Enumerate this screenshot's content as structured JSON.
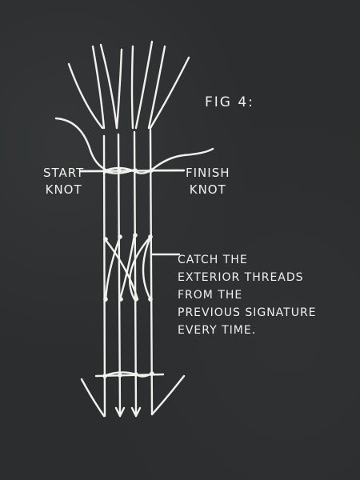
{
  "figure_label": "FIG 4:",
  "labels": {
    "start_knot": "START\nKNOT",
    "finish_knot": "FINISH\nKNOT",
    "catch_note": "CATCH THE\nEXTERIOR THREADS\nFROM THE\nPREVIOUS SIGNATURE\nEVERY TIME."
  },
  "colors": {
    "board": "#2b2d2e",
    "chalk": "#f1f1ee"
  }
}
